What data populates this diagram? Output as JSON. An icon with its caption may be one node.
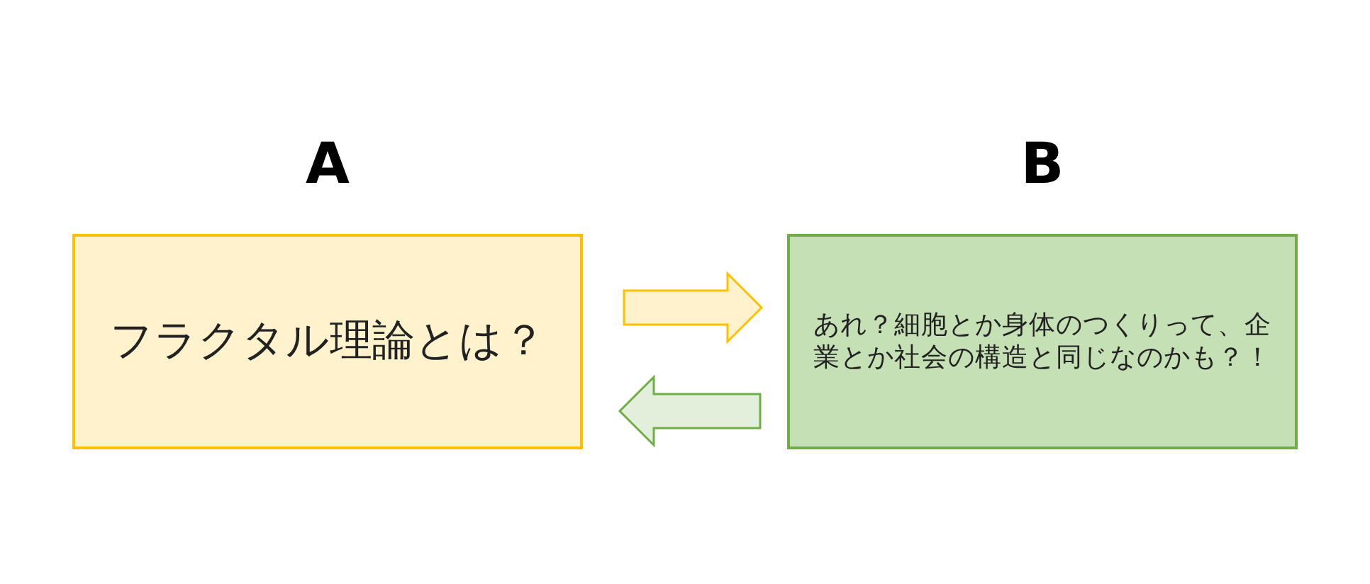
{
  "diagram": {
    "nodes": [
      {
        "text": [
          "A",
          "フラクタル理論とは？"
        ]
      },
      {
        "text": [
          "B",
          "あれ？細胞とか身体のつくりって、企業とか社会の構造と同じなのかも？！"
        ]
      }
    ],
    "edges": [
      {
        "from": 0,
        "to": 1,
        "arrow": "to",
        "color": "#ffc000"
      },
      {
        "from": 1,
        "to": 0,
        "arrow": "to",
        "color": "#70ad47"
      }
    ]
  }
}
